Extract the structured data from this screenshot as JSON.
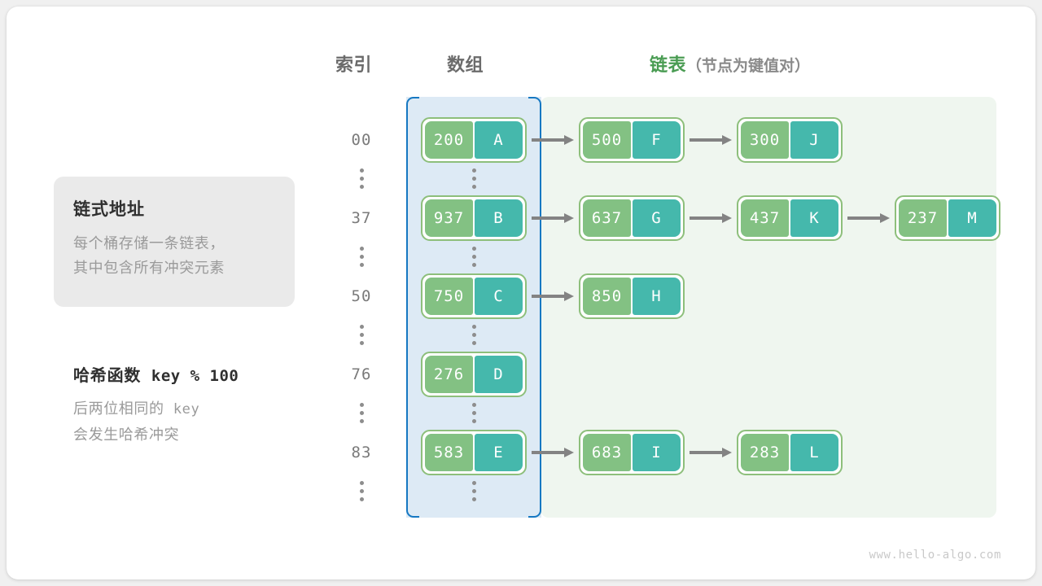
{
  "headers": {
    "index": "索引",
    "array": "数组",
    "list_main": "链表",
    "list_sub": "（节点为键值对）"
  },
  "infobox": {
    "title": "链式地址",
    "line1": "每个桶存储一条链表，",
    "line2": "其中包含所有冲突元素"
  },
  "hash_note": {
    "title_text": "哈希函数",
    "title_formula": "key % 100",
    "line1_text": "后两位相同的",
    "line1_mono": "key",
    "line2": "会发生哈希冲突"
  },
  "colors": {
    "key_cell": "#83c183",
    "value_cell": "#45b8ac",
    "node_border": "#8dbf7b",
    "array_panel_fill": "#ddeaf5",
    "array_panel_stroke": "#1678c2",
    "list_panel_fill": "#eff6ef",
    "arrow": "#838383",
    "heading_green": "#4a9c53",
    "heading_gray": "#6b6b6b"
  },
  "ellipsis_glyph": "⋮",
  "buckets": [
    {
      "index": "00",
      "nodes": [
        {
          "key": "200",
          "value": "A"
        },
        {
          "key": "500",
          "value": "F"
        },
        {
          "key": "300",
          "value": "J"
        }
      ]
    },
    {
      "index": "37",
      "nodes": [
        {
          "key": "937",
          "value": "B"
        },
        {
          "key": "637",
          "value": "G"
        },
        {
          "key": "437",
          "value": "K"
        },
        {
          "key": "237",
          "value": "M"
        }
      ]
    },
    {
      "index": "50",
      "nodes": [
        {
          "key": "750",
          "value": "C"
        },
        {
          "key": "850",
          "value": "H"
        }
      ]
    },
    {
      "index": "76",
      "nodes": [
        {
          "key": "276",
          "value": "D"
        }
      ]
    },
    {
      "index": "83",
      "nodes": [
        {
          "key": "583",
          "value": "E"
        },
        {
          "key": "683",
          "value": "I"
        },
        {
          "key": "283",
          "value": "L"
        }
      ]
    }
  ],
  "watermark": "www.hello-algo.com"
}
